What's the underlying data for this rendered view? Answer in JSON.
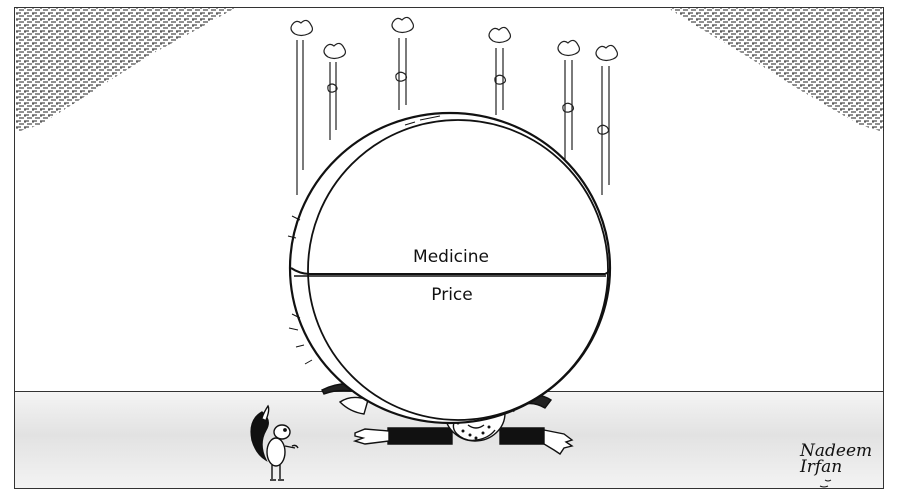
{
  "cartoon": {
    "pill_top_label": "Medicine",
    "pill_bottom_label": "Price",
    "artist_signature": "Nadeem Irfan"
  },
  "colors": {
    "ink": "#111111",
    "paper": "#ffffff",
    "floor": "#e6e6e6"
  },
  "icons": {
    "falling_pills": "pill-icon",
    "man": "man-figure",
    "squirrel": "squirrel-figure"
  }
}
